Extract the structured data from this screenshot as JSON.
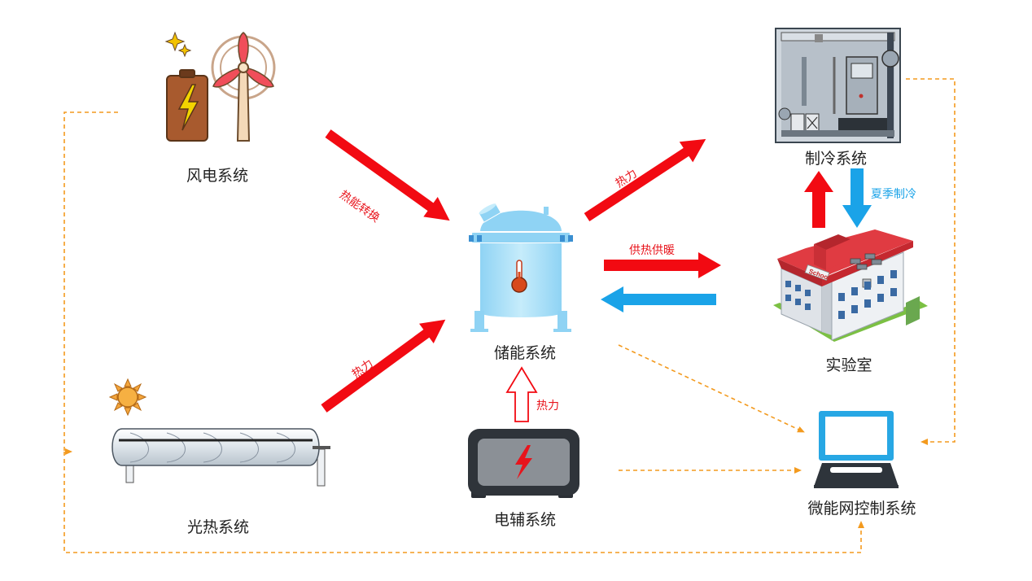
{
  "nodes": {
    "wind": "风电系统",
    "storage": "储能系统",
    "refrigeration": "制冷系统",
    "lab": "实验室",
    "solar": "光热系统",
    "electric": "电辅系统",
    "control": "微能网控制系统"
  },
  "edges": {
    "wind_to_storage": "热能转换",
    "storage_to_refrigeration": "热力",
    "solar_to_storage": "热力",
    "electric_to_storage": "热力",
    "storage_to_lab": "供热供暖",
    "refrigeration_to_lab": "夏季制冷"
  },
  "lab_sign": "School",
  "colors": {
    "heat": "#f20a12",
    "cool": "#1aa3e8",
    "control_link": "#f39a1e"
  }
}
